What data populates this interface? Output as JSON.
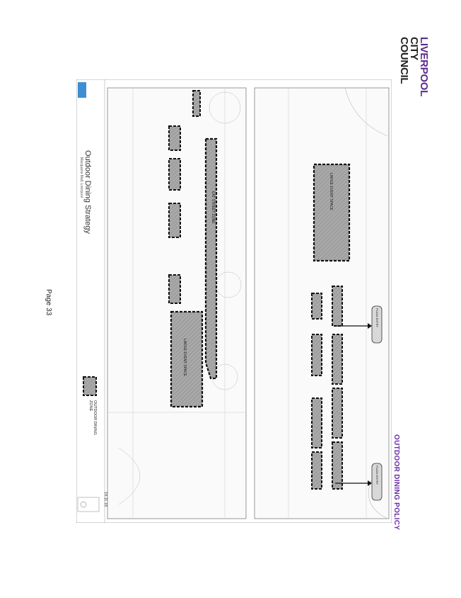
{
  "branding": {
    "logo_line1": "LIVERPOOL",
    "logo_line2": "CITY",
    "logo_line3": "COUNCIL",
    "accent_color": "#5c2d91"
  },
  "header": {
    "policy_title": "OUTDOOR DINING POLICY"
  },
  "footer": {
    "page_label": "Page 33"
  },
  "drawing": {
    "title": "Outdoor Dining Strategy",
    "subtitle": "Macquarie Mall, Liverpool",
    "legend_line1": "OUTDOOR DINING",
    "legend_line2": "ZONE",
    "revision": "19.11.18",
    "zone_labels": {
      "large_event_space": "LARGE EVENT SPACE",
      "eat_street": "EAT STREET ZONE",
      "plaza_entry": "PLAZA ENTRY"
    }
  }
}
